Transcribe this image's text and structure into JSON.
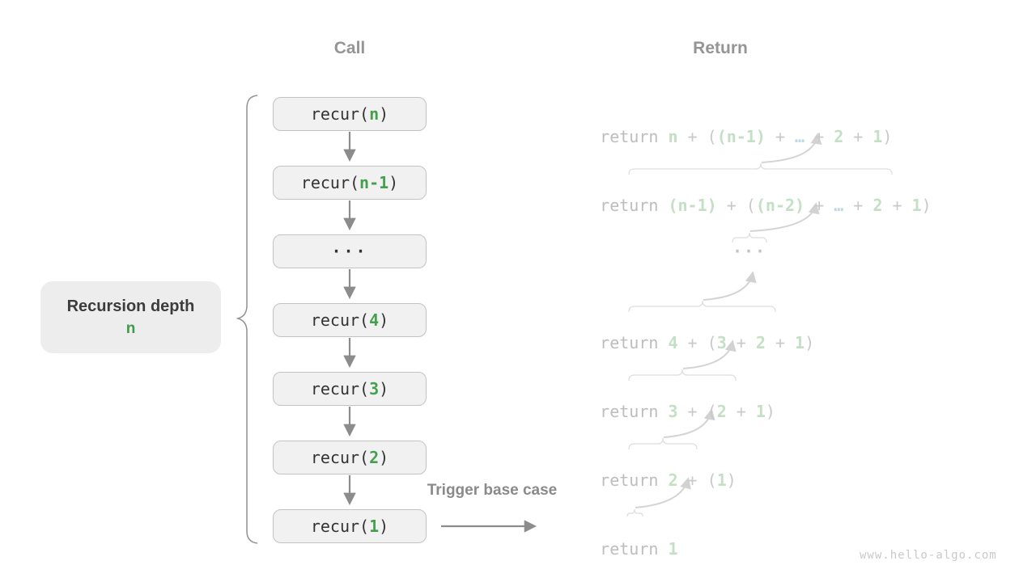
{
  "headers": {
    "call": "Call",
    "return": "Return"
  },
  "depth_label": {
    "title": "Recursion depth",
    "value": "n"
  },
  "trigger_label": "Trigger base case",
  "watermark": "www.hello-algo.com",
  "colors": {
    "accent_green": "#44a04e",
    "light_green": "#c3e0c4",
    "light_blue": "#bcd9e4",
    "box_fill": "#f1f1f1",
    "box_border": "#c3c3c3",
    "muted_gray": "#959595",
    "arrow_gray": "#8c8c8c"
  },
  "rows": [
    {
      "call": {
        "pre": "recur(",
        "arg": "n",
        "post": ")"
      },
      "ret": {
        "tokens": [
          "return ",
          "n",
          " + ",
          "(",
          "(n-1)",
          " + ",
          "…",
          " + ",
          "2",
          " + ",
          "1",
          ")"
        ]
      }
    },
    {
      "call": {
        "pre": "recur(",
        "arg": "n-1",
        "post": ")"
      },
      "ret": {
        "tokens": [
          "return ",
          "(n-1)",
          " + (",
          "(n-2)",
          " + ",
          "…",
          " + ",
          "2",
          " + ",
          "1",
          ")"
        ]
      }
    },
    {
      "call": {
        "text": "···"
      },
      "ret": {
        "text": "···"
      }
    },
    {
      "call": {
        "pre": "recur(",
        "arg": "4",
        "post": ")"
      },
      "ret": {
        "tokens": [
          "return ",
          "4",
          " + (",
          "3",
          " + ",
          "2",
          " + ",
          "1",
          ")"
        ]
      }
    },
    {
      "call": {
        "pre": "recur(",
        "arg": "3",
        "post": ")"
      },
      "ret": {
        "tokens": [
          "return ",
          "3",
          " + (",
          "2",
          " + ",
          "1",
          ")"
        ]
      }
    },
    {
      "call": {
        "pre": "recur(",
        "arg": "2",
        "post": ")"
      },
      "ret": {
        "tokens": [
          "return ",
          "2",
          " + (",
          "1",
          ")"
        ]
      }
    },
    {
      "call": {
        "pre": "recur(",
        "arg": "1",
        "post": ")"
      },
      "ret": {
        "tokens": [
          "return ",
          "1"
        ]
      }
    }
  ]
}
